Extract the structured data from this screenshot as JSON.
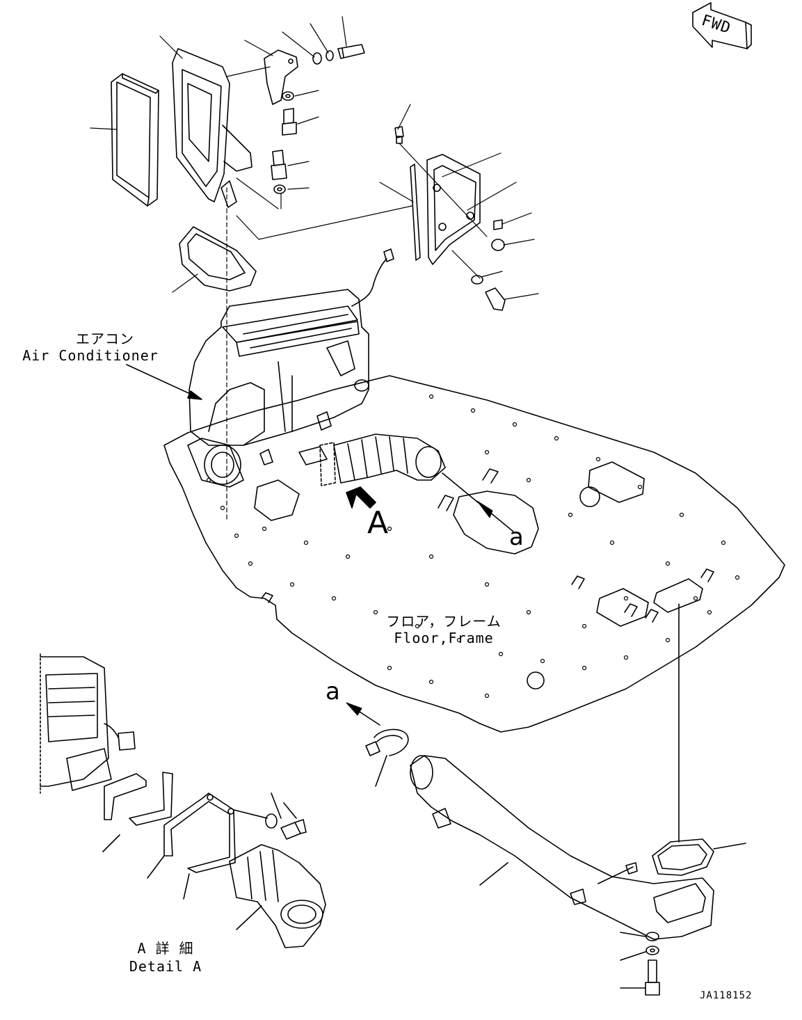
{
  "compass": {
    "text": "FWD"
  },
  "labels": {
    "air_conditioner_jp": "エアコン",
    "air_conditioner_en": "Air Conditioner",
    "floor_frame_jp": "フロア，フレーム",
    "floor_frame_en": "Floor,Frame",
    "view_a": "A",
    "ref_a_top": "a",
    "ref_a_bottom": "a",
    "detail_jp": "A 詳 細",
    "detail_en": "Detail A",
    "drawing_code": "JA118152"
  }
}
